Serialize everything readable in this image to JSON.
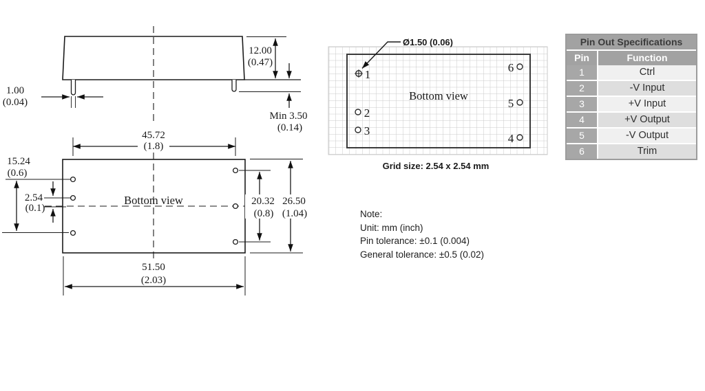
{
  "drawing": {
    "side_view": {
      "pin_width_mm": "1.00",
      "pin_width_in": "(0.04)",
      "body_height_mm": "12.00",
      "body_height_in": "(0.47)",
      "pin_min_length": "Min 3.50",
      "pin_min_length_in": "(0.14)"
    },
    "bottom_view": {
      "title": "Bottom view",
      "pin_row_span_mm": "45.72",
      "pin_row_span_in": "(1.8)",
      "pin_col_span_mm": "15.24",
      "pin_col_span_in": "(0.6)",
      "pin_pitch_mm": "2.54",
      "pin_pitch_in": "(0.1)",
      "output_span_mm": "20.32",
      "output_span_in": "(0.8)",
      "body_depth_mm": "26.50",
      "body_depth_in": "(1.04)",
      "body_width_mm": "51.50",
      "body_width_in": "(2.03)"
    }
  },
  "pin_view": {
    "title": "Bottom view",
    "hole_diameter_label": "Ø1.50 (0.06)",
    "grid_size_label": "Grid size: 2.54 x 2.54 mm",
    "pin_labels": {
      "p1": "1",
      "p2": "2",
      "p3": "3",
      "p4": "4",
      "p5": "5",
      "p6": "6"
    }
  },
  "note": {
    "heading": "Note:",
    "unit": "Unit: mm (inch)",
    "pin_tolerance": "Pin tolerance: ±0.1 (0.004)",
    "general_tolerance": "General tolerance: ±0.5 (0.02)"
  },
  "pinout_table": {
    "title": "Pin Out Specifications",
    "col_pin": "Pin",
    "col_function": "Function",
    "rows": [
      {
        "pin": "1",
        "function": "Ctrl"
      },
      {
        "pin": "2",
        "function": "-V Input"
      },
      {
        "pin": "3",
        "function": "+V Input"
      },
      {
        "pin": "4",
        "function": "+V Output"
      },
      {
        "pin": "5",
        "function": "-V Output"
      },
      {
        "pin": "6",
        "function": "Trim"
      }
    ]
  },
  "colors": {
    "table_gray": "#a2a2a2",
    "table_pin_col_gray": "#a7a7a7",
    "row_light": "#f0f0f0",
    "row_dark": "#dedede",
    "title_text": "#3b3b3b",
    "line_color": "#1a1a1a",
    "grid_line": "#c9c9c9"
  }
}
